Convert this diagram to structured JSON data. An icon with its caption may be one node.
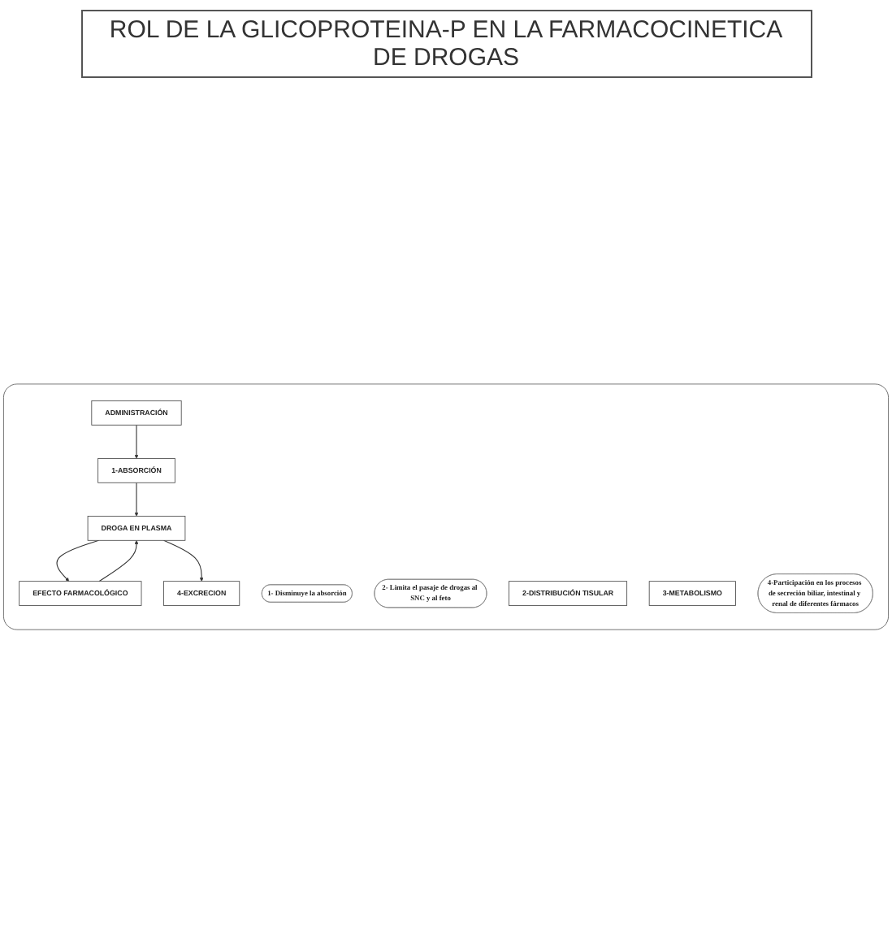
{
  "diagram": {
    "title": "ROL DE LA GLICOPROTEINA-P EN LA FARMACOCINETICA DE DROGAS",
    "nodes": [
      {
        "text": [],
        "shape": "box"
      },
      {
        "text": [
          "ADMINISTRACIÓN"
        ],
        "in": 0
      },
      {
        "text": [
          "1-ABSORCIÓN"
        ],
        "in": 0
      },
      {
        "text": [
          "1- Disminuye la absorción"
        ],
        "in": 0
      },
      {
        "text": [
          "2- Limita el pasaje de drogas al SNC y al feto"
        ],
        "in": 0
      },
      {
        "text": [
          "2-DISTRIBUCIÓN TISULAR"
        ],
        "in": 0
      },
      {
        "text": [
          "EFECTO FARMACOLÓGICO"
        ],
        "in": 0
      },
      {
        "text": [
          "DROGA EN PLASMA"
        ],
        "in": 0
      },
      {
        "text": [
          "3-METABOLISMO"
        ],
        "in": 0
      },
      {
        "text": [
          "4-Participación en los procesos de secreción biliar, intestinal y renal de diferentes fármacos"
        ],
        "in": 0
      },
      {
        "text": [
          "4-EXCRECION"
        ],
        "in": 0
      }
    ],
    "edges": [
      {
        "from": 1,
        "to": 2,
        "arrow": "to"
      },
      {
        "from": 2,
        "to": 7,
        "arrow": "to"
      },
      {
        "from": 7,
        "to": 6,
        "arrow": "to"
      },
      {
        "from": 6,
        "to": 7,
        "arrow": "to"
      },
      {
        "from": 7,
        "to": 10,
        "arrow": "to"
      }
    ]
  }
}
